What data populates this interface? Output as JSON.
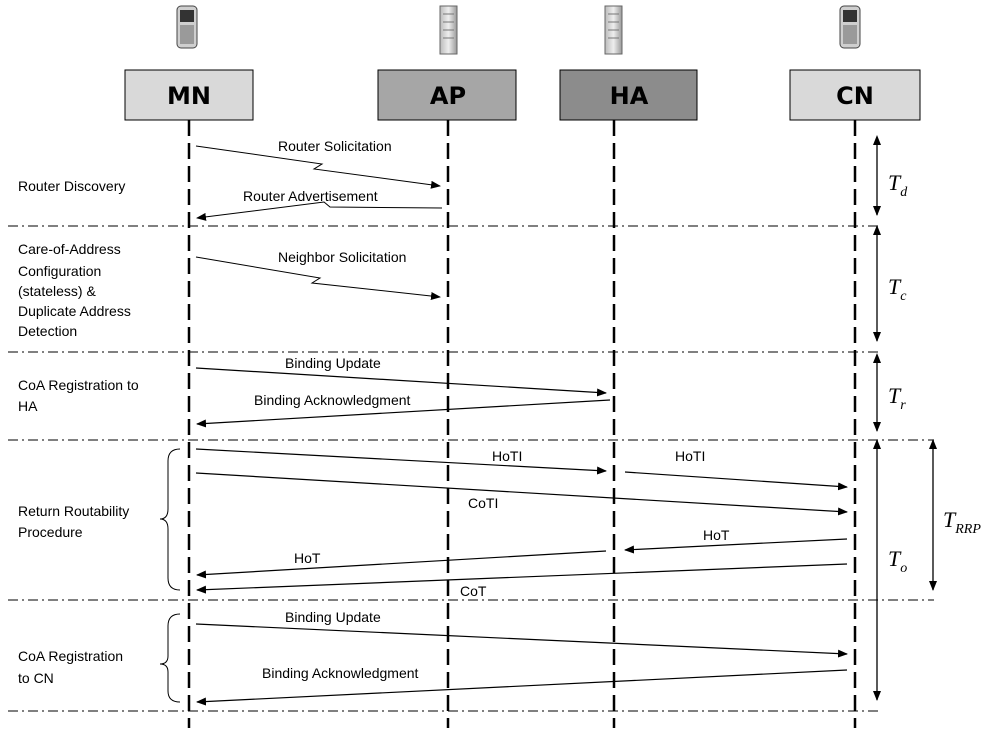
{
  "entities": {
    "mn": {
      "label": "MN",
      "icon": "mobile-phone-icon",
      "fill": "#d9d9d9"
    },
    "ap": {
      "label": "AP",
      "icon": "server-tower-icon",
      "fill": "#a6a6a6"
    },
    "ha": {
      "label": "HA",
      "icon": "server-tower-icon",
      "fill": "#8c8c8c"
    },
    "cn": {
      "label": "CN",
      "icon": "mobile-phone-icon",
      "fill": "#d9d9d9"
    }
  },
  "phases": {
    "router_discovery": [
      "Router Discovery"
    ],
    "coa_configuration": [
      "Care-of-Address",
      "Configuration",
      "(stateless) &",
      "Duplicate Address",
      "Detection"
    ],
    "coa_registration_ha": [
      "CoA Registration to",
      "HA"
    ],
    "return_routability": [
      "Return Routability",
      "Procedure"
    ],
    "coa_registration_cn": [
      "CoA Registration",
      "to CN"
    ]
  },
  "messages": {
    "router_solicitation": "Router Solicitation",
    "router_advertisement": "Router Advertisement",
    "neighbor_solicitation": "Neighbor Solicitation",
    "binding_update_ha": "Binding Update",
    "binding_ack_ha": "Binding Acknowledgment",
    "hoti_1": "HoTI",
    "hoti_2": "HoTI",
    "coti": "CoTI",
    "hot_1": "HoT",
    "hot_2": "HoT",
    "cot": "CoT",
    "binding_update_cn": "Binding Update",
    "binding_ack_cn": "Binding Acknowledgment"
  },
  "timings": {
    "td": {
      "symbol": "T",
      "sub": "d"
    },
    "tc": {
      "symbol": "T",
      "sub": "c"
    },
    "tr": {
      "symbol": "T",
      "sub": "r"
    },
    "to": {
      "symbol": "T",
      "sub": "o"
    },
    "trrp": {
      "symbol": "T",
      "sub": "RRP"
    }
  }
}
